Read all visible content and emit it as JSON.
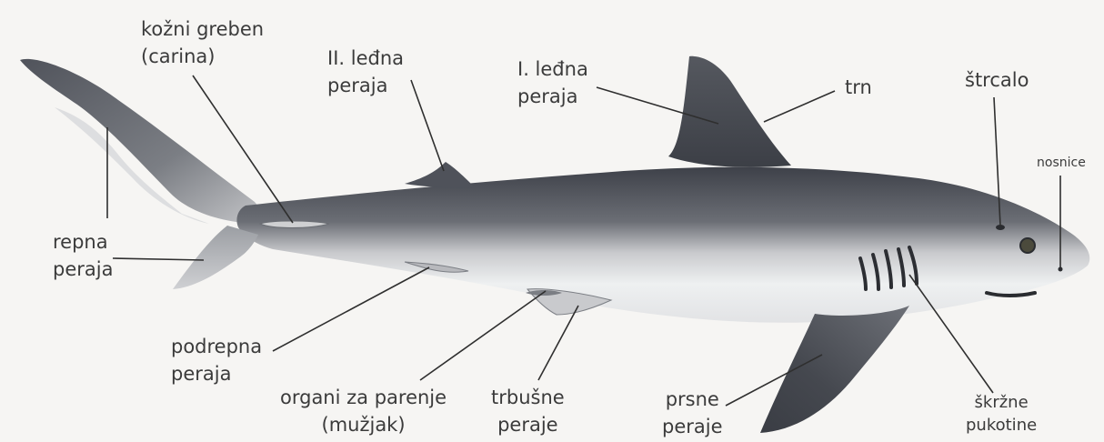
{
  "labels": {
    "carina": {
      "line1": "kožni greben",
      "line2": "(carina)"
    },
    "second_dorsal": {
      "line1": "II. leđna",
      "line2": "peraja"
    },
    "first_dorsal": {
      "line1": "I. leđna",
      "line2": "peraja"
    },
    "spine": "trn",
    "spiracle": "štrcalo",
    "nostrils": "nosnice",
    "caudal_fin": {
      "line1": "repna",
      "line2": "peraja"
    },
    "anal_fin": {
      "line1": "podrepna",
      "line2": "peraja"
    },
    "claspers": {
      "line1": "organi za parenje",
      "line2": "(mužjak)"
    },
    "pelvic_fins": {
      "line1": "trbušne",
      "line2": "peraje"
    },
    "pectoral_fins": {
      "line1": "prsne",
      "line2": "peraje"
    },
    "gill_slits": {
      "line1": "škržne",
      "line2": "pukotine"
    }
  },
  "colors": {
    "background": "#f6f5f3",
    "shark_dark": "#4a4d55",
    "shark_light": "#e4e5e7",
    "leader_line": "#2f2f2f",
    "text": "#3b3b3b"
  }
}
